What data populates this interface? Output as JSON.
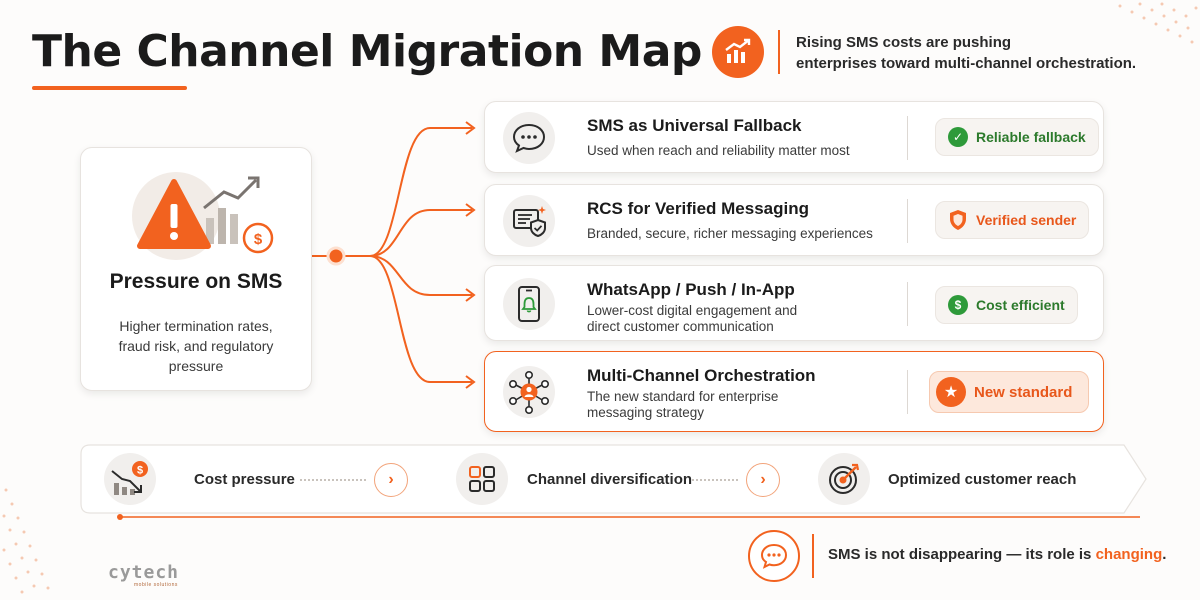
{
  "header": {
    "title": "The Channel Migration Map",
    "tagline_line1": "Rising SMS costs are pushing",
    "tagline_line2": "enterprises toward multi-channel orchestration."
  },
  "source": {
    "title": "Pressure on SMS",
    "desc_line1": "Higher termination rates,",
    "desc_line2": "fraud risk, and regulatory",
    "desc_line3": "pressure",
    "icon": "warning-chart-icon"
  },
  "channels": [
    {
      "title": "SMS as Universal Fallback",
      "desc_line1": "Used when reach and reliability matter most",
      "desc_line2": "",
      "badge": "Reliable fallback",
      "icon": "chat-bubble-icon",
      "badge_icon": "checkmark-icon"
    },
    {
      "title": "RCS for Verified Messaging",
      "desc_line1": "Branded, secure, richer messaging experiences",
      "desc_line2": "",
      "badge": "Verified sender",
      "icon": "message-shield-icon",
      "badge_icon": "shield-icon"
    },
    {
      "title": "WhatsApp / Push / In-App",
      "desc_line1": "Lower-cost digital engagement and",
      "desc_line2": "direct customer communication",
      "badge": "Cost efficient",
      "icon": "phone-bell-icon",
      "badge_icon": "dollar-icon"
    },
    {
      "title": "Multi-Channel Orchestration",
      "desc_line1": "The new standard for enterprise",
      "desc_line2": "messaging strategy",
      "badge": "New standard",
      "icon": "network-hub-icon",
      "badge_icon": "star-icon"
    }
  ],
  "flow": {
    "step1": "Cost pressure",
    "step2": "Channel diversification",
    "step3": "Optimized customer reach",
    "arrow_glyph": "›"
  },
  "footer": {
    "text_before": "SMS is not disappearing — its role is ",
    "text_highlight": "changing",
    "text_after": "."
  },
  "logo": {
    "text": "cytech",
    "subtext": "mobile solutions"
  },
  "colors": {
    "accent": "#f2621f",
    "green": "#2e9a3a",
    "ink": "#1b1b1b"
  }
}
